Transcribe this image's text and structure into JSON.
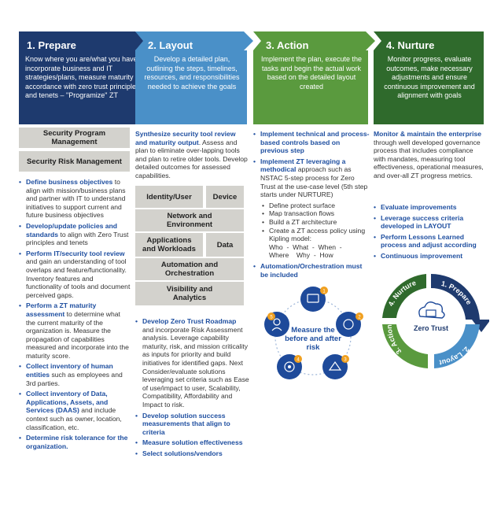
{
  "colors": {
    "prepare": "#1e3a6e",
    "layout": "#4a90c8",
    "action": "#5a9a3e",
    "nurture": "#2f6a2c",
    "text_blue": "#1f4fa0",
    "grey_box": "#d3d2cd"
  },
  "stages": [
    {
      "title": "1. Prepare",
      "desc": "Know where you are/what you have, incorporate business and IT strategies/plans, measure maturity in accordance with zero trust principles and tenets – \"Programize\" ZT"
    },
    {
      "title": "2. Layout",
      "desc": "Develop a detailed plan, outlining the steps, timelines, resources, and responsibilities needed to achieve the goals"
    },
    {
      "title": "3. Action",
      "desc": "Implement the plan, execute the tasks and begin the actual work based on the detailed layout created"
    },
    {
      "title": "4. Nurture",
      "desc": "Monitor progress, evaluate outcomes, make necessary adjustments and ensure continuous improvement and alignment with goals"
    }
  ],
  "prepare": {
    "boxes": [
      "Security Program Management",
      "Security Risk Management"
    ],
    "bullets": [
      {
        "bold": "Define business objectives",
        "text": " to align with mission/business plans and partner with IT to understand initiatives to support current and future business objectives"
      },
      {
        "bold": "Develop/update policies and standards",
        "text": " to align with Zero Trust principles and tenets"
      },
      {
        "bold": "Perform IT/security tool review",
        "text": " and gain an understanding of tool overlaps and feature/functionality. Inventory features and functionality of tools and document perceived gaps."
      },
      {
        "bold": "Perform a ZT maturity assessment",
        "text": " to determine what the current maturity of the organization is. Measure the propagation of capabilities measured and incorporate into the maturity score."
      },
      {
        "bold": "Collect inventory of human entities",
        "text": " such as employees and 3rd parties."
      },
      {
        "bold": "Collect inventory of Data, Applications, Assets, and Services (DAAS)",
        "text": " and include context such as owner, location, classification, etc."
      },
      {
        "bold": "Determine risk tolerance for the organization.",
        "text": ""
      }
    ]
  },
  "layout": {
    "intro_bold": "Synthesize security tool review and maturity output",
    "intro_text": ". Assess and plan to eliminate over-lapping tools and plan to retire older tools. Develop detailed outcomes for assessed capabilities.",
    "pillars": {
      "identity": "Identity/User",
      "device": "Device",
      "network": "Network and Environment",
      "apps": "Applications and Workloads",
      "data": "Data",
      "automation": "Automation and Orchestration",
      "visibility": "Visibility and Analytics"
    },
    "bullets": [
      {
        "bold": "Develop Zero Trust Roadmap",
        "text": " and incorporate Risk Assessment analysis. Leverage capability maturity, risk, and mission criticality as inputs for priority and build initiatives for identified gaps. Next Consider/evaluate solutions leveraging set criteria such as Ease of use/impact to user, Scalability, Compatibility, Affordability and Impact to risk."
      },
      {
        "bold": "Develop solution success measurements that align to criteria",
        "text": ""
      },
      {
        "bold": "Measure solution effectiveness",
        "text": ""
      },
      {
        "bold": "Select solutions/vendors",
        "text": ""
      }
    ]
  },
  "action": {
    "b1_bold": "Implement technical and process-based controls based on previous step",
    "b2_bold": "Implement ZT leveraging a methodical",
    "b2_text": " approach such as NSTAC 5-step process for Zero Trust at the use-case level (5th step starts under NURTURE)",
    "subs": [
      "Define protect surface",
      "Map transaction flows",
      "Build a ZT architecture",
      "Create a ZT access policy using Kipling model:"
    ],
    "kipling1": "Who  -  What  -  When  -",
    "kipling2": "Where    Why  -  How",
    "b3_bold": "Automation/Orchestration must be included",
    "cycle_label": "Measure the before and after risk",
    "cycle_nums": [
      "1",
      "2",
      "3",
      "4",
      "5"
    ]
  },
  "nurture": {
    "intro_bold": "Monitor & maintain the enterprise",
    "intro_text": " through well developed governance process that includes compliance with mandates, measuring tool effectiveness, operational measures, and over-all ZT progress metrics.",
    "bullets": [
      "Evaluate improvements",
      "Leverage success criteria developed in LAYOUT",
      "Perform Lessons Learned process and adjust according",
      "Continuous improvement"
    ],
    "cycle_center": "Zero Trust",
    "cycle_labels": [
      "1. Prepare",
      "2. Layout",
      "3. Action",
      "4. Nurture"
    ]
  }
}
